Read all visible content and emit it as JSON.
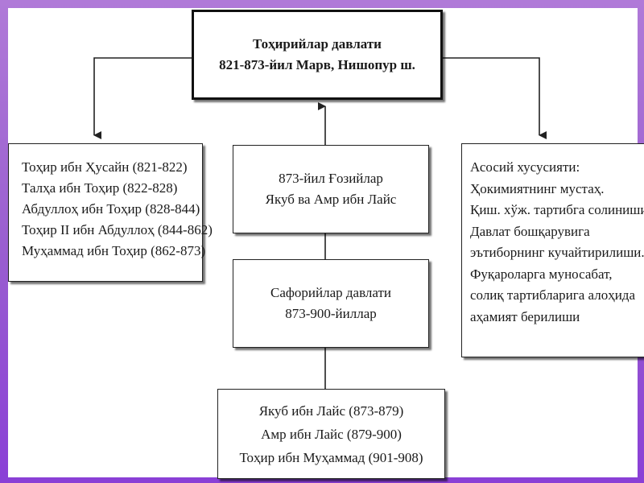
{
  "top": {
    "line1": "Тоҳирийлар давлати",
    "line2": "821-873-йил Марв, Нишопур ш."
  },
  "rulers": [
    "Тоҳир ибн Ҳусайн (821-822)",
    "Талҳа ибн Тоҳир (822-828)",
    "Абдуллоҳ ибн Тоҳир (828-844)",
    "Тоҳир II ибн Абдуллоҳ (844-862)",
    "Муҳаммад ибн Тоҳир (862-873)"
  ],
  "conquest": {
    "line1": "873-йил Ғозийлар",
    "line2": "Якуб ва Амр ибн Лайс"
  },
  "saffarids": {
    "line1": "Сафорийлар давлати",
    "line2": "873-900-йиллар"
  },
  "saffarid_rulers": [
    "Якуб ибн Лайс (873-879)",
    "Амр ибн Лайс (879-900)",
    "Тоҳир ибн Муҳаммад (901-908)"
  ],
  "features": [
    "Асосий хусусияти:",
    "Ҳокимиятнинг мустаҳ.",
    "Қиш. хўж. тартибга солиниши.",
    "Давлат бошқарувига",
    "эътиборнинг кучайтирилиши.",
    "Фуқароларга муносабат,",
    "солиқ тартибларига алоҳида",
    "аҳамият берилиши"
  ]
}
